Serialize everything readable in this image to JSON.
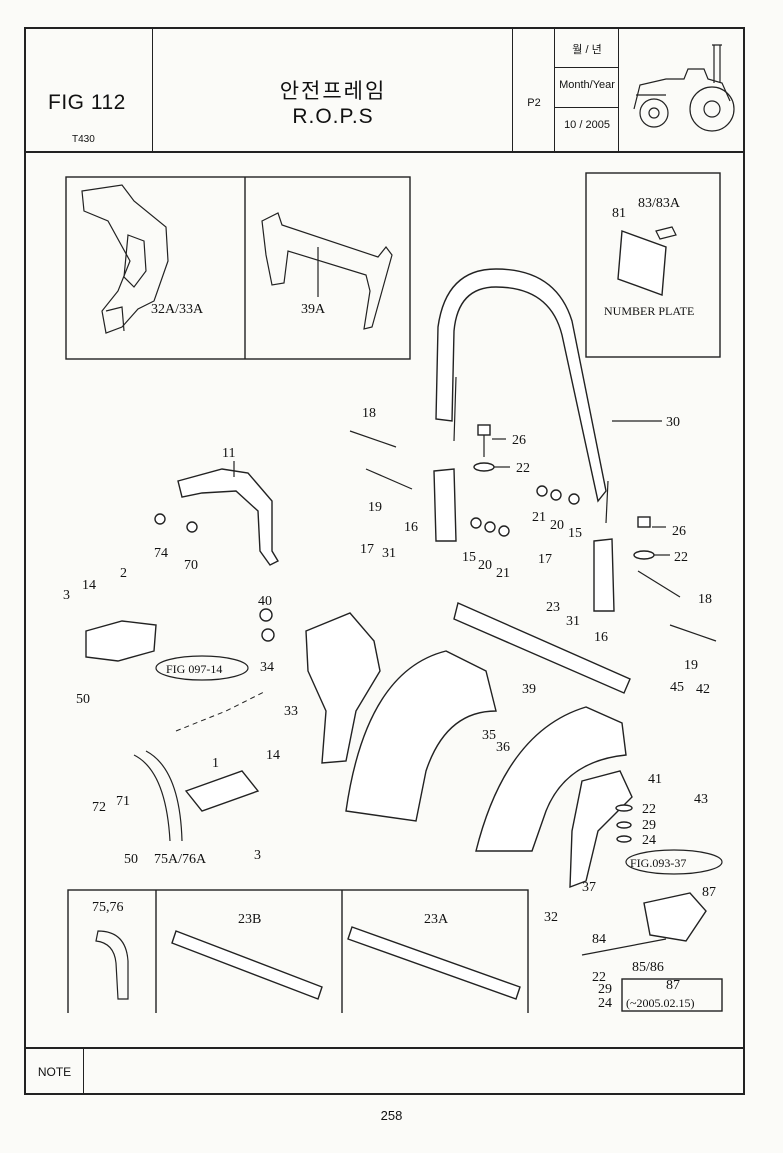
{
  "header": {
    "fig_no": "FIG 112",
    "model": "T430",
    "title_ko": "안전프레임",
    "title_en": "R.O.P.S",
    "page_code": "P2",
    "month_year_ko": "월 / 년",
    "month_year_label": "Month/Year",
    "month_year_value": "10 / 2005"
  },
  "inset_top": {
    "left_label": "32A/33A",
    "right_label": "39A",
    "plate_labels": {
      "left": "81",
      "right": "83/83A",
      "caption": "NUMBER PLATE"
    }
  },
  "callouts": {
    "c18a": "18",
    "c26a": "26",
    "c22a": "22",
    "c30": "30",
    "c11": "11",
    "c19a": "19",
    "c16a": "16",
    "c17a": "17",
    "c31a": "31",
    "c21a": "21",
    "c20a": "20",
    "c15a": "15",
    "c15b": "15",
    "c20b": "20",
    "c21b": "21",
    "c74": "74",
    "c70": "70",
    "c26b": "26",
    "c22b": "22",
    "c3a": "3",
    "c14a": "14",
    "c2": "2",
    "c17b": "17",
    "c31b": "31",
    "c16b": "16",
    "c18b": "18",
    "c23": "23",
    "c40": "40",
    "c34": "34",
    "c19b": "19",
    "fig097": "FIG 097-14",
    "c50a": "50",
    "c33": "33",
    "c39": "39",
    "c45": "45",
    "c42": "42",
    "c35": "35",
    "c36": "36",
    "c14b": "14",
    "c1": "1",
    "c41": "41",
    "c43": "43",
    "c72": "72",
    "c71": "71",
    "c22c": "22",
    "c29a": "29",
    "c24a": "24",
    "c50b": "50",
    "c75a76a": "75A/76A",
    "c3b": "3",
    "fig093": "FIG.093-37",
    "c37": "37",
    "c87a": "87",
    "c32": "32",
    "c84": "84",
    "c85_86": "85/86",
    "c22d": "22",
    "c29b": "29",
    "c24b": "24",
    "c87b": "87",
    "date_note": "(~2005.02.15)"
  },
  "inset_bottom": {
    "left": "75,76",
    "mid": "23B",
    "right": "23A"
  },
  "footer": {
    "note_label": "NOTE",
    "page_number": "258"
  }
}
